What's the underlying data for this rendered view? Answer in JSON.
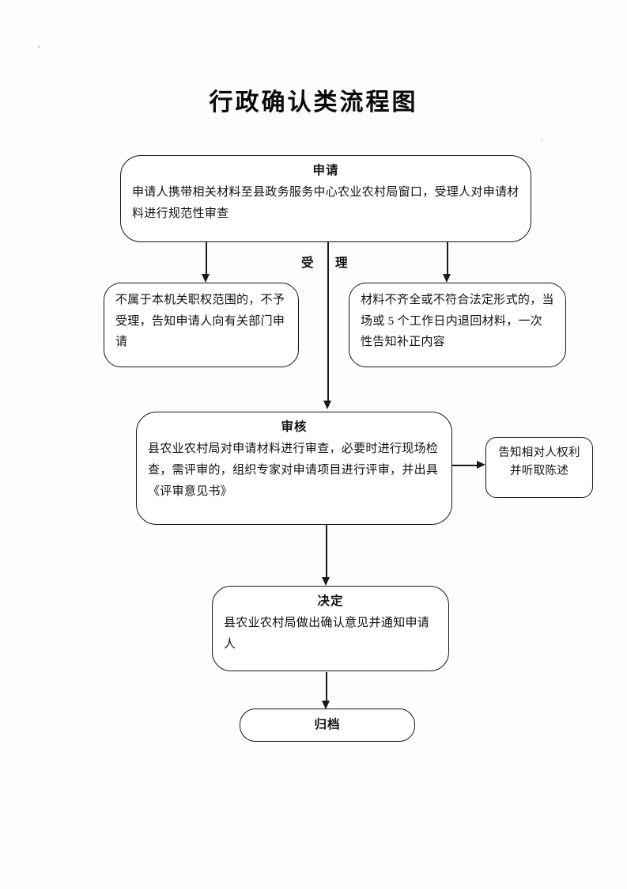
{
  "document": {
    "title": "行政确认类流程图"
  },
  "stage_label": {
    "char1": "受",
    "char2": "理"
  },
  "nodes": {
    "apply": {
      "title": "申请",
      "body": "申请人携带相关材料至县政务服务中心农业农村局窗口，受理人对申请材料进行规范性审查"
    },
    "reject": {
      "body": "不属于本机关职权范围的，不予受理，告知申请人向有关部门申请"
    },
    "supplement": {
      "body": "材料不齐全或不符合法定形式的，当场或 5 个工作日内退回材料，一次性告知补正内容"
    },
    "review": {
      "title": "审核",
      "body": "县农业农村局对申请材料进行审查，必要时进行现场检查，需评审的，组织专家对申请项目进行评审，并出具《评审意见书》"
    },
    "notify": {
      "body": "告知相对人权利并听取陈述"
    },
    "decision": {
      "title": "决定",
      "body": "县农业农村局做出确认意见并通知申请人"
    },
    "archive": {
      "title": "归档"
    }
  },
  "chart_data": {
    "type": "diagram",
    "title": "行政确认类流程图",
    "nodes": [
      {
        "id": "apply",
        "label": "申请",
        "text": "申请人携带相关材料至县政务服务中心农业农村局窗口，受理人对申请材料进行规范性审查"
      },
      {
        "id": "reject",
        "label": "",
        "text": "不属于本机关职权范围的，不予受理，告知申请人向有关部门申请"
      },
      {
        "id": "supplement",
        "label": "",
        "text": "材料不齐全或不符合法定形式的，当场或 5 个工作日内退回材料，一次性告知补正内容"
      },
      {
        "id": "review",
        "label": "审核",
        "text": "县农业农村局对申请材料进行审查，必要时进行现场检查，需评审的，组织专家对申请项目进行评审，并出具《评审意见书》"
      },
      {
        "id": "notify",
        "label": "",
        "text": "告知相对人权利并听取陈述"
      },
      {
        "id": "decision",
        "label": "决定",
        "text": "县农业农村局做出确认意见并通知申请人"
      },
      {
        "id": "archive",
        "label": "归档",
        "text": ""
      }
    ],
    "edges": [
      {
        "from": "apply",
        "to": "reject",
        "label": "受理",
        "direction": "down"
      },
      {
        "from": "apply",
        "to": "supplement",
        "label": "受理",
        "direction": "down"
      },
      {
        "from": "apply",
        "to": "review",
        "label": "受理",
        "direction": "down"
      },
      {
        "from": "review",
        "to": "notify",
        "label": "",
        "direction": "right"
      },
      {
        "from": "review",
        "to": "decision",
        "label": "",
        "direction": "down"
      },
      {
        "from": "decision",
        "to": "archive",
        "label": "",
        "direction": "down"
      }
    ]
  }
}
